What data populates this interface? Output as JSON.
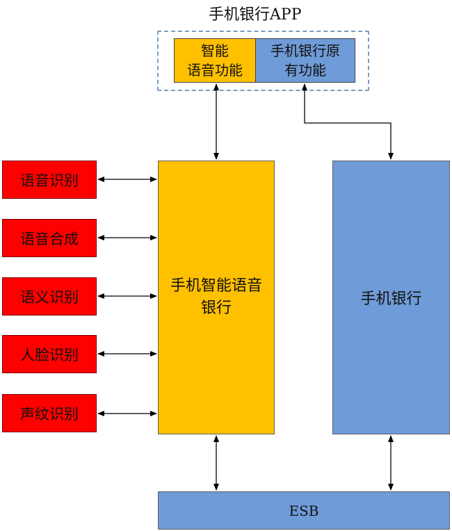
{
  "app": {
    "title": "手机银行APP"
  },
  "app_modules": {
    "smart_voice": [
      "智能",
      "语音功能"
    ],
    "original": [
      "手机银行原",
      "有功能"
    ]
  },
  "services": [
    "语音识别",
    "语音合成",
    "语义识别",
    "人脸识别",
    "声纹识别"
  ],
  "voice_bank": [
    "手机智能语音",
    "银行"
  ],
  "mobile_bank": "手机银行",
  "esb": "ESB",
  "colors": {
    "orange": "#ffc000",
    "blue": "#6f9bd8",
    "red": "#ff0000",
    "frame": "#7a9cc0"
  }
}
